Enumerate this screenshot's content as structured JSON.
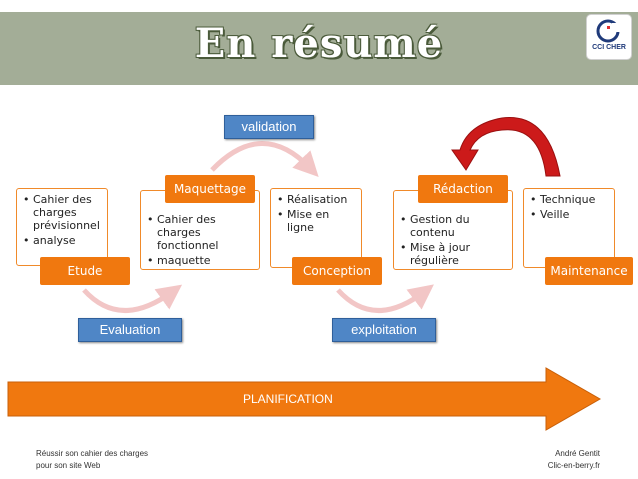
{
  "header": {
    "title": "En résumé",
    "logo_text": "CCI CHER"
  },
  "steps": [
    {
      "tag": "Etude",
      "items": [
        "Cahier des charges prévisionnel",
        "analyse"
      ]
    },
    {
      "tag": "Maquettage",
      "items": [
        "Cahier des charges fonctionnel",
        "maquette"
      ]
    },
    {
      "tag": "Conception",
      "items": [
        "Réalisation",
        "Mise en ligne"
      ]
    },
    {
      "tag": "Rédaction",
      "items": [
        "Gestion du contenu",
        "Mise à jour régulière"
      ]
    },
    {
      "tag": "Maintenance",
      "items": [
        "Technique",
        "Veille"
      ]
    }
  ],
  "labels": {
    "validation": "validation",
    "evaluation": "Evaluation",
    "exploitation": "exploitation",
    "planification": "PLANIFICATION"
  },
  "footer": {
    "left_line1": "Réussir son cahier des charges",
    "left_line2": "pour son site Web",
    "right_line1": "André Gentit",
    "right_line2": "Clic-en-berry.fr"
  },
  "colors": {
    "orange": "#f0780f",
    "blue": "#4f86c6",
    "title_bar": "#a3ad97",
    "cycle_arrow": "#f2c6c6",
    "red_arrow": "#cc1a1a"
  }
}
